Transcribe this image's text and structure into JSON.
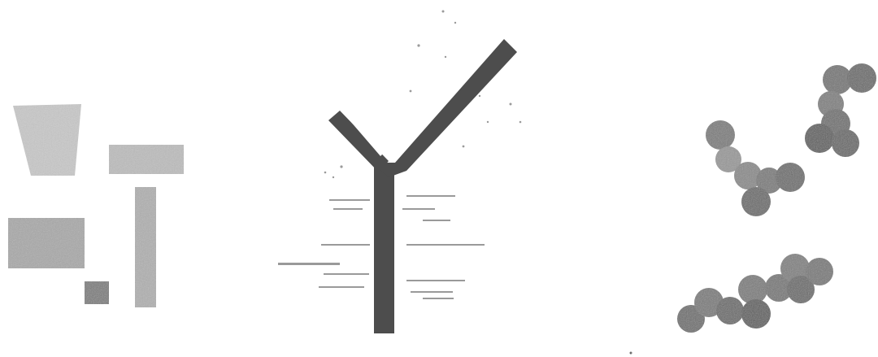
{
  "scene": {
    "background": "#ffffff",
    "panels": [
      {
        "id": "left",
        "description_icon": "gray-rectangles",
        "shape_color": "#b9b9b9",
        "dark_shape_color": "#8d8d8d"
      },
      {
        "id": "center",
        "description_icon": "y-shape",
        "shape_color": "#4d4d4d",
        "speckle_color": "#9a9a9a"
      },
      {
        "id": "right",
        "description_icon": "bead-chains",
        "bead_color": "#808080",
        "bead_dark_color": "#555555"
      }
    ]
  }
}
